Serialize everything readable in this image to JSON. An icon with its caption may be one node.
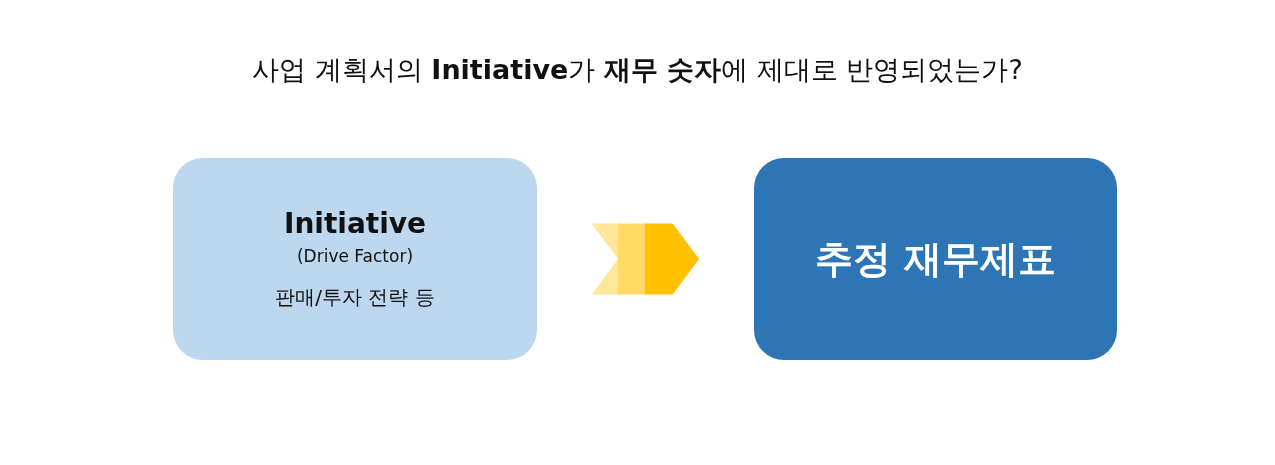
{
  "diagram": {
    "title": "사업 계획서의 **Initiative**가 **재무 숫자**에 제대로 반영되었는가?",
    "nodes": [
      {
        "text": [
          "Initiative",
          "(Drive Factor)",
          "판매/투자 전략 등"
        ]
      },
      {
        "text": [
          "추정 재무제표"
        ]
      }
    ],
    "edges": [
      {
        "from": 0,
        "to": 1,
        "arrow": "to"
      }
    ]
  }
}
